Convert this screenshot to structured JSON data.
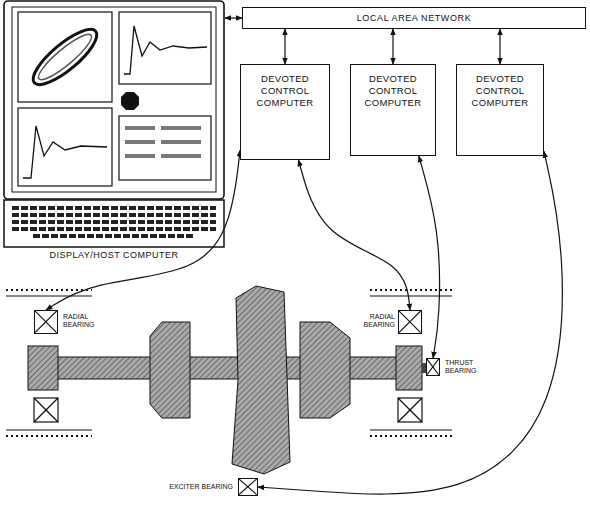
{
  "diagram": {
    "nodes": [
      {
        "text": [
          "DISPLAY/HOST COMPUTER"
        ]
      },
      {
        "text": [
          "LOCAL AREA NETWORK"
        ]
      },
      {
        "text": [
          "DEVOTED CONTROL COMPUTER"
        ]
      },
      {
        "text": [
          "DEVOTED CONTROL COMPUTER"
        ]
      },
      {
        "text": [
          "DEVOTED CONTROL COMPUTER"
        ]
      },
      {
        "text": [
          "RADIAL BEARING"
        ]
      },
      {
        "text": [
          "RADIAL BEARING"
        ]
      },
      {
        "text": [
          "THRUST BEARING"
        ]
      },
      {
        "text": [
          "EXCITER BEARING"
        ]
      }
    ],
    "edges": [
      {
        "from": 0,
        "to": 1,
        "arrow": "both"
      },
      {
        "from": 1,
        "to": 2,
        "arrow": "both"
      },
      {
        "from": 1,
        "to": 3,
        "arrow": "both"
      },
      {
        "from": 1,
        "to": 4,
        "arrow": "both"
      },
      {
        "from": 2,
        "to": 5,
        "arrow": "both"
      },
      {
        "from": 2,
        "to": 6,
        "arrow": "both"
      },
      {
        "from": 3,
        "to": 7,
        "arrow": "both"
      },
      {
        "from": 4,
        "to": 8,
        "arrow": "both"
      }
    ]
  }
}
